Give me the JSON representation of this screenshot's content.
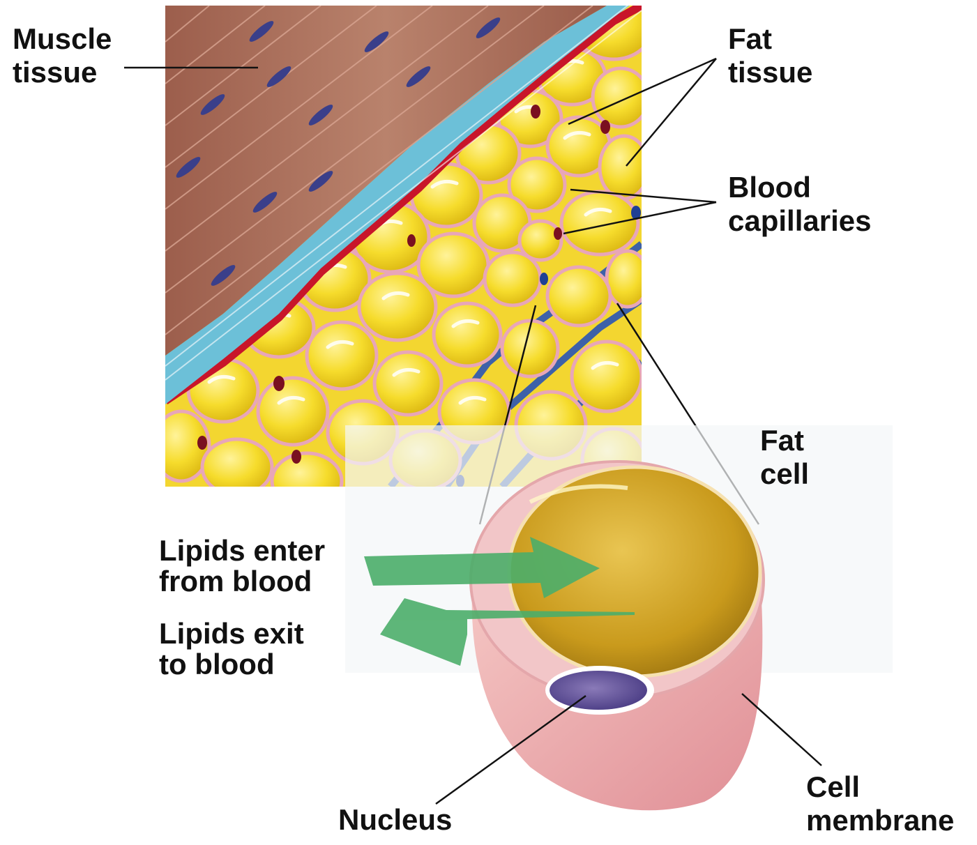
{
  "labels": {
    "muscle_tissue": {
      "line1": "Muscle",
      "line2": "tissue"
    },
    "fat_tissue": {
      "line1": "Fat",
      "line2": "tissue"
    },
    "blood_capillaries": {
      "line1": "Blood",
      "line2": "capillaries"
    },
    "fat_cell": {
      "line1": "Fat",
      "line2": "cell"
    },
    "lipids_enter": {
      "line1": "Lipids enter",
      "line2": "from blood"
    },
    "lipids_exit": {
      "line1": "Lipids exit",
      "line2": "to blood"
    },
    "nucleus": {
      "line1": "Nucleus"
    },
    "cell_membrane": {
      "line1": "Cell",
      "line2": "membrane"
    }
  },
  "colors": {
    "muscle": "#a86a55",
    "connective": "#6cc0d8",
    "fat_cell": "#f3d630",
    "capillary_red": "#c8152a",
    "capillary_blue": "#1f4fb0",
    "membrane": "#f0b8bc",
    "lipid_drop": "#c79a1a",
    "nucleus": "#6b5aa0",
    "arrow": "#4cae6a"
  }
}
